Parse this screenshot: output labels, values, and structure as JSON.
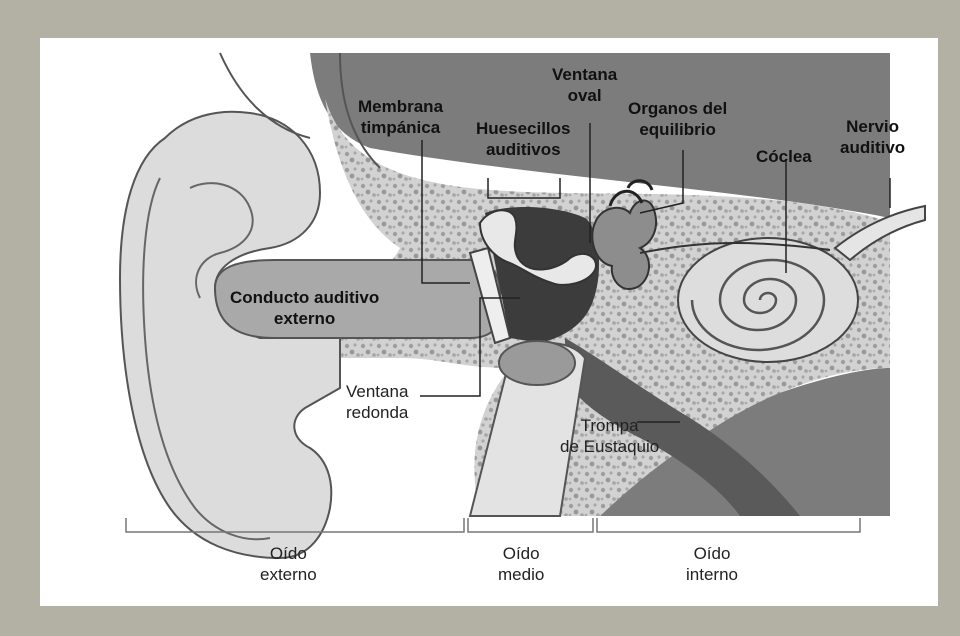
{
  "labels": {
    "membrana_timpanica": [
      "Membrana",
      "timpánica"
    ],
    "huesecillos": [
      "Huesecillos",
      "auditivos"
    ],
    "ventana_oval": [
      "Ventana",
      "oval"
    ],
    "organos_equilibrio": [
      "Organos del",
      "equilibrio"
    ],
    "nervio_auditivo": [
      "Nervio",
      "auditivo"
    ],
    "coclea": "Cóclea",
    "conducto": [
      "Conducto auditivo",
      "externo"
    ],
    "ventana_redonda": [
      "Ventana",
      "redonda"
    ],
    "trompa": [
      "Trompa",
      "de Eustaquio"
    ]
  },
  "sections": {
    "externo": [
      "Oído",
      "externo"
    ],
    "medio": [
      "Oído",
      "medio"
    ],
    "interno": [
      "Oído",
      "interno"
    ]
  },
  "colors": {
    "background": "#b3b0a4",
    "skull_dark": "#7a7a7a",
    "bone": "#c9c9c9",
    "skin": "#dcdcdc",
    "canal": "#a9a9a9"
  }
}
